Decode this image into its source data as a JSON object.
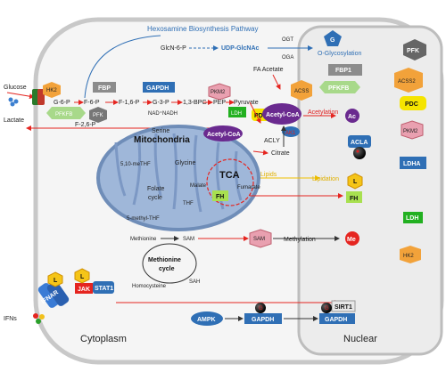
{
  "title": "Hexosamine Biosynthesis Pathway",
  "compartments": {
    "cytoplasm": "Cytoplasm",
    "nuclear": "Nuclear",
    "mitochondria": "Mitochondria"
  },
  "hexosamine": {
    "glcn6p": "GlcN-6-P",
    "udp_glcnac": "UDP-GlcNAc",
    "ogt": "OGT",
    "oga": "OGA",
    "o_glyc": "O-Glycosylation",
    "g": "G"
  },
  "glycolysis": {
    "glucose": "Glucose",
    "lactate": "Lactate",
    "hk2": "HK2",
    "g6p": "G-6-P",
    "f6p": "F-6-P",
    "fbp": "FBP",
    "f16p": "F-1,6-P",
    "gapdh": "GAPDH",
    "g3p": "G-3-P",
    "bpg": "1,3-BPG",
    "pkm2": "PKM2",
    "pep": "PEP",
    "pyruvate": "Pyruvate",
    "nad": "NAD⁺",
    "nadh": "NADH",
    "pfkfb": "PFKFB",
    "pfk": "PFK",
    "f26p": "F-2,6-P",
    "ldh": "LDH",
    "pdc": "PDC"
  },
  "acetyl": {
    "fa_acetate": "FA Acetate",
    "acss": "ACSS",
    "acetyl_coa": "Acetyl-CoA",
    "acetylation": "Acetylation",
    "ac": "Ac",
    "acly": "ACLY",
    "ak1": "AK1",
    "citrate": "Citrate",
    "lipids": "Lipids",
    "lipidation": "Lipidation",
    "l": "L"
  },
  "mito": {
    "serine": "Serine",
    "glycine": "Glycine",
    "methf": "5,10-meTHF",
    "folate": "Folate",
    "cycle": "cycle",
    "thf": "THF",
    "methyl_thf": "5-methyl-THF",
    "malate": "Malate",
    "fumarate": "Fumarate",
    "fh": "FH",
    "tca": "TCA",
    "acetyl_coa": "Acetyl-CoA"
  },
  "methionine": {
    "methionine": "Methionine",
    "sam": "SAM",
    "sah": "SAH",
    "homocysteine": "Homocysteine",
    "cycle_1": "Methionine",
    "cycle_2": "cycle",
    "methylation": "Methylation",
    "me": "Me"
  },
  "signaling": {
    "ifns": "IFNs",
    "ifnar": "IFNAR",
    "jak": "JAK",
    "stat1": "STAT1",
    "l": "L",
    "ampk": "AMPK",
    "gapdh": "GAPDH",
    "sirt1": "SIRT1",
    "g": "G"
  },
  "nuclear_items": {
    "pfk": "PFK",
    "fbp1": "FBP1",
    "acss2": "ACSS2",
    "pfkfb": "PFKFB",
    "pdc": "PDC",
    "pkm2": "PKM2",
    "acla": "ACLA",
    "ldha": "LDHA",
    "ldh": "LDH",
    "hk2": "HK2",
    "fh": "FH"
  },
  "colors": {
    "red": "#e52520",
    "blue": "#2f6fb5",
    "purple": "#6a2a8f",
    "yellow": "#f5e400",
    "green": "#22b020",
    "orange": "#f2a23a",
    "gray": "#8c8c8c"
  }
}
